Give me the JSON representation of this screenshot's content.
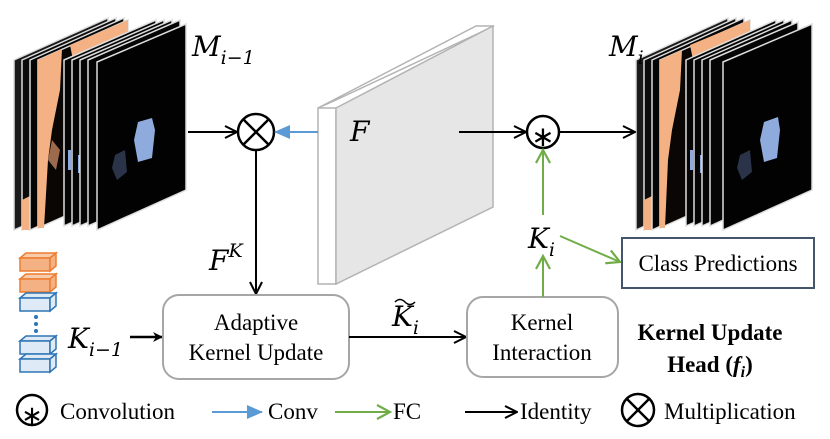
{
  "diagram": {
    "title": "Kernel Update Head",
    "title_line1": "Kernel Update",
    "title_line2_prefix": "Head (",
    "title_line2_symbol": "f",
    "title_line2_sub": "i",
    "title_line2_suffix": ")",
    "labels": {
      "m_prev": {
        "base": "M",
        "sub": "i−1"
      },
      "m_curr": {
        "base": "M",
        "sub": "i"
      },
      "feature": {
        "base": "F"
      },
      "f_k": {
        "base": "F",
        "sup": "K"
      },
      "k_prev": {
        "base": "K",
        "sub": "i−1"
      },
      "k_tilde": {
        "base": "K",
        "sub": "i",
        "accent": "~"
      },
      "k_i": {
        "base": "K",
        "sub": "i"
      }
    },
    "nodes": {
      "adaptive_line1": "Adaptive",
      "adaptive_line2": "Kernel Update",
      "interaction_line1": "Kernel",
      "interaction_line2": "Interaction",
      "class_predictions": "Class Predictions"
    },
    "operators": {
      "multiplication_symbol": "⊗",
      "convolution_symbol": "∗"
    }
  },
  "legend": [
    {
      "icon": "convolution-circle-icon",
      "label": "Convolution"
    },
    {
      "icon": "blue-arrow-icon",
      "label": "Conv"
    },
    {
      "icon": "green-arrow-icon",
      "label": "FC"
    },
    {
      "icon": "black-arrow-icon",
      "label": "Identity"
    },
    {
      "icon": "multiplication-circle-icon",
      "label": "Multiplication"
    }
  ],
  "colors": {
    "conv": "#5b9bd5",
    "fc": "#70ad47",
    "identity": "#000000",
    "box_border": "#a6a6a6",
    "class_box_border": "#44546a",
    "kernel_orange": "#f4b183",
    "kernel_orange_border": "#ed7d31",
    "kernel_blue": "#deebf7",
    "kernel_blue_border": "#2e75b6",
    "mask_blue": "#8faadc",
    "mask_peach": "#f4b183"
  }
}
